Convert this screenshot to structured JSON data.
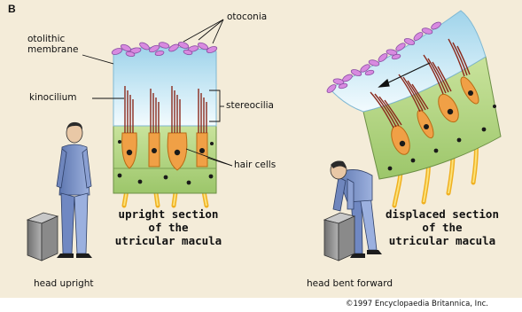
{
  "figure": {
    "panel_letter": "B",
    "labels": {
      "otoconia": "otoconia",
      "otolithic_membrane": "otolithic\nmembrane",
      "kinocilium": "kinocilium",
      "stereocilia": "stereocilia",
      "hair_cells": "hair cells"
    },
    "captions": {
      "upright": "upright section\nof the\nutricular macula",
      "displaced": "displaced section\nof the\nutricular macula"
    },
    "footers": {
      "head_upright": "head upright",
      "head_bent": "head bent forward"
    },
    "copyright": "©1997 Encyclopaedia Britannica, Inc."
  },
  "colors": {
    "background": "#f4ecd9",
    "membrane": "#bfe3f2",
    "membrane_edge": "#e6f5fb",
    "otoconia": "#d88ae0",
    "otoconia_dark": "#8a4fa3",
    "cell_layer": "#b9d98a",
    "hair_cell": "#f0a046",
    "cilia": "#8b2a1d",
    "nerve": "#f7d24a",
    "person": "#7d95c9",
    "box": "#8e8e8e"
  }
}
